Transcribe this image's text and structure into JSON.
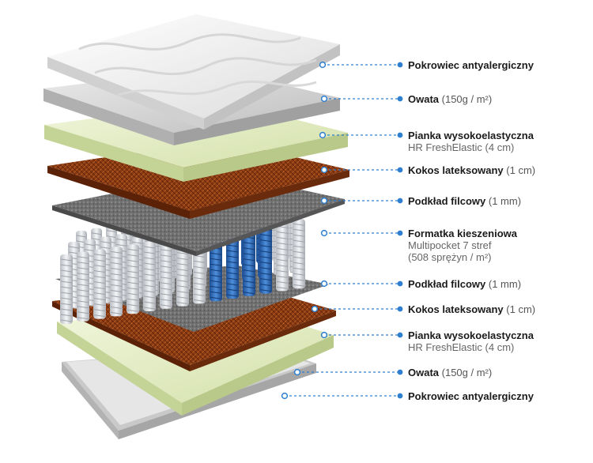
{
  "layers": [
    {
      "name": "Pokrowiec antyalergiczny",
      "detail": "",
      "sub": []
    },
    {
      "name": "Owata",
      "detail": "(150g / m²)",
      "sub": []
    },
    {
      "name": "Pianka wysokoelastyczna",
      "detail": "",
      "sub": [
        "HR FreshElastic (4 cm)"
      ]
    },
    {
      "name": "Kokos lateksowany",
      "detail": "(1 cm)",
      "sub": []
    },
    {
      "name": "Podkład filcowy",
      "detail": "(1 mm)",
      "sub": []
    },
    {
      "name": "Formatka kieszeniowa",
      "detail": "",
      "sub": [
        "Multipocket 7 stref",
        "(508 sprężyn / m²)"
      ]
    },
    {
      "name": "Podkład filcowy",
      "detail": "(1 mm)",
      "sub": []
    },
    {
      "name": "Kokos lateksowany",
      "detail": "(1 cm)",
      "sub": []
    },
    {
      "name": "Pianka wysokoelastyczna",
      "detail": "",
      "sub": [
        "HR FreshElastic (4 cm)"
      ]
    },
    {
      "name": "Owata",
      "detail": "(150g / m²)",
      "sub": []
    },
    {
      "name": "Pokrowiec antyalergiczny",
      "detail": "",
      "sub": []
    }
  ],
  "colors": {
    "cover": "#f2f2f2",
    "wadding": "#d9d9d9",
    "foam": "#e4eec8",
    "coconut": "#8a3a12",
    "felt": "#6e6e6e",
    "spring": "#d0d4d8",
    "spring_zone": "#2f6fbf",
    "leader": "#2e7fd0"
  }
}
